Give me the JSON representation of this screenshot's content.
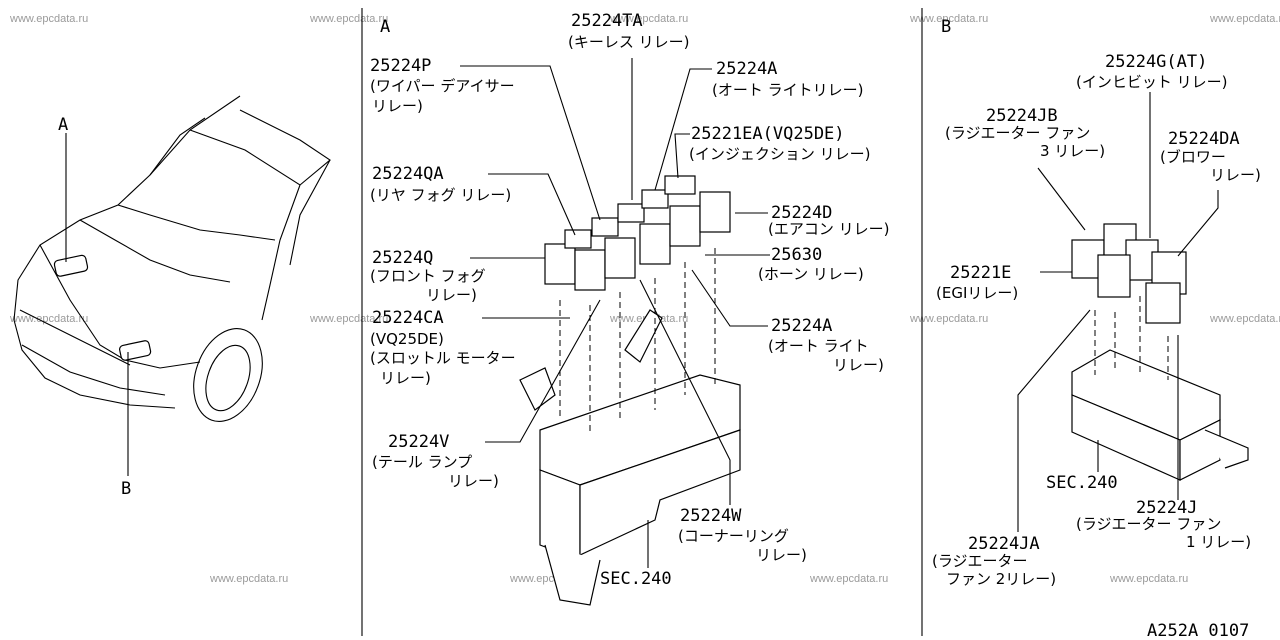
{
  "watermark": "www.epcdata.ru",
  "figure_code": "A252A 0107",
  "overview": {
    "label_a": "A",
    "label_b": "B"
  },
  "panel_a": {
    "title": "A",
    "callouts": [
      {
        "part": "25224TA",
        "desc": [
          "(キーレス リレー)"
        ]
      },
      {
        "part": "25224P",
        "desc": [
          "(ワイパー デアイサー",
          "リレー)"
        ]
      },
      {
        "part": "25224A",
        "desc": [
          "(オート ライトリレー)"
        ]
      },
      {
        "part": "25221EA(VQ25DE)",
        "desc": [
          "(インジェクション リレー)"
        ]
      },
      {
        "part": "25224QA",
        "desc": [
          "(リヤ フォグ リレー)"
        ]
      },
      {
        "part": "25224D",
        "desc": [
          "(エアコン リレー)"
        ]
      },
      {
        "part": "25224Q",
        "desc": [
          "(フロント フォグ",
          "リレー)"
        ]
      },
      {
        "part": "25630",
        "desc": [
          "(ホーン リレー)"
        ]
      },
      {
        "part": "25224CA",
        "desc": [
          "(VQ25DE)",
          "(スロットル モーター",
          "リレー)"
        ]
      },
      {
        "part": "25224A",
        "desc": [
          "(オート ライト",
          "リレー)"
        ]
      },
      {
        "part": "25224V",
        "desc": [
          "(テール ランプ",
          "リレー)"
        ]
      },
      {
        "part": "25224W",
        "desc": [
          "(コーナーリング",
          "リレー)"
        ]
      },
      {
        "part": "SEC.240",
        "desc": []
      }
    ]
  },
  "panel_b": {
    "title": "B",
    "callouts": [
      {
        "part": "25224G(AT)",
        "desc": [
          "(インヒビット リレー)"
        ]
      },
      {
        "part": "25224JB",
        "desc": [
          "(ラジエーター ファン",
          "3 リレー)"
        ]
      },
      {
        "part": "25224DA",
        "desc": [
          "(ブロワー",
          "リレー)"
        ]
      },
      {
        "part": "25221E",
        "desc": [
          "(EGIリレー)"
        ]
      },
      {
        "part": "SEC.240",
        "desc": []
      },
      {
        "part": "25224J",
        "desc": [
          "(ラジエーター ファン",
          "1 リレー)"
        ]
      },
      {
        "part": "25224JA",
        "desc": [
          "(ラジエーター",
          "ファン 2リレー)"
        ]
      }
    ]
  }
}
